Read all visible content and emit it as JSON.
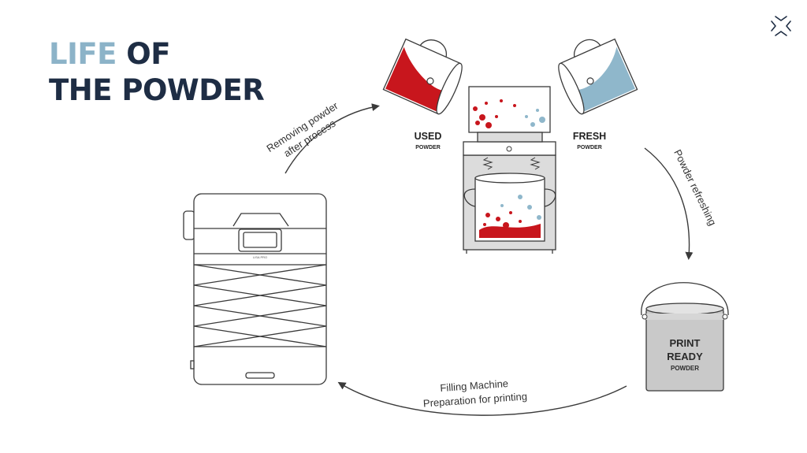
{
  "title": {
    "line1_accent": "LIFE",
    "line1_rest": "OF",
    "line2": "THE POWDER"
  },
  "logo_icon": "brand-star-icon",
  "labels": {
    "used_main": "USED",
    "used_sub": "POWDER",
    "fresh_main": "FRESH",
    "fresh_sub": "POWDER",
    "print_line1": "PRINT",
    "print_line2": "READY",
    "print_sub": "POWDER",
    "machine_badge": "LISA PRO"
  },
  "steps": {
    "removing_line1": "Removing powder",
    "removing_line2": "after process",
    "refreshing": "Powder refreshing",
    "filling_line1": "Filling Machine",
    "filling_line2": "Preparation for printing"
  },
  "colors": {
    "title_dark": "#1e2d44",
    "title_accent": "#8cb3c8",
    "used_red": "#c8161d",
    "fresh_blue": "#8fb7cb",
    "outline": "#3a3a3a",
    "sifter_gray": "#dcdcdc",
    "bucket_gray": "#c9c9c9",
    "arrow": "#3a3a3a"
  }
}
